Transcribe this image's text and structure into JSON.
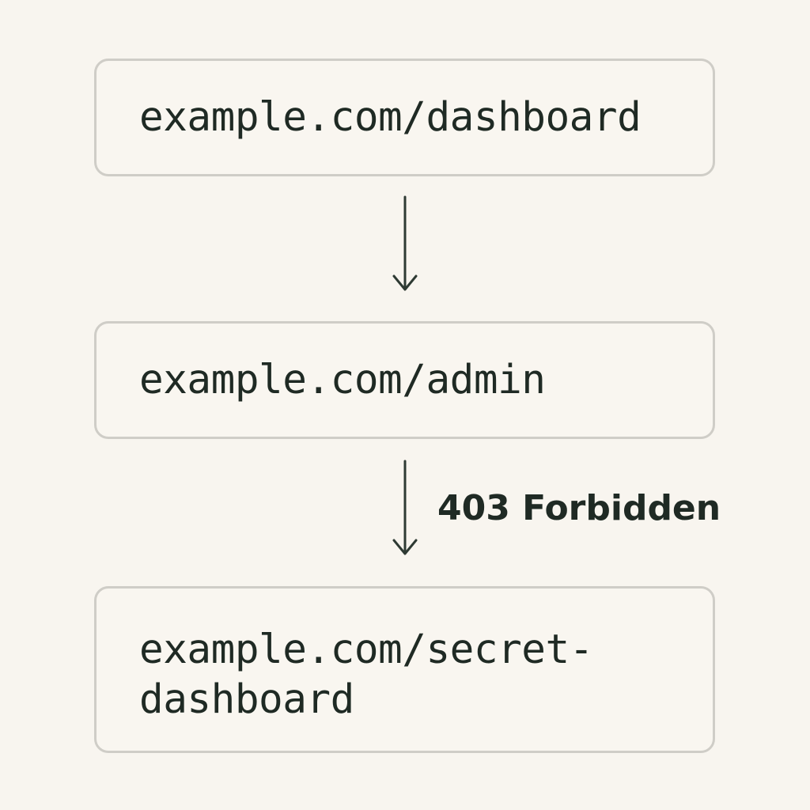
{
  "nodes": [
    {
      "lines": [
        "example.com/dashboard"
      ]
    },
    {
      "lines": [
        "example.com/admin"
      ]
    },
    {
      "lines": [
        "example.com/secret-",
        "dashboard"
      ]
    }
  ],
  "edges": [
    {
      "label": ""
    },
    {
      "label": "403 Forbidden"
    }
  ],
  "colors": {
    "background": "#f8f5ef",
    "box_border": "#cfcdc7",
    "text": "#1f2a24",
    "arrow": "#2e3a33"
  }
}
